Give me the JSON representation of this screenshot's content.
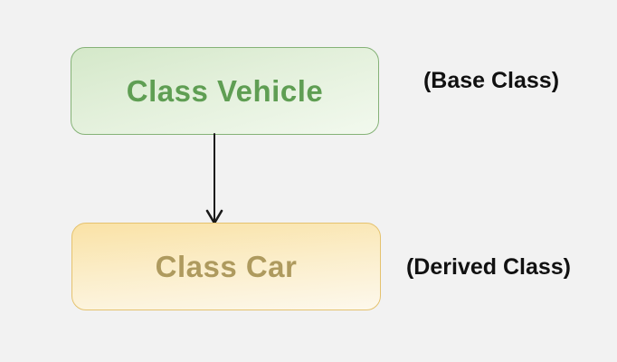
{
  "canvas": {
    "background_color": "#f2f2f2"
  },
  "nodes": [
    {
      "role": "base",
      "label": "Class Vehicle",
      "annotation": "(Base Class)",
      "colors": {
        "border": "#85b277",
        "fill_gradient_top": "#d4e8c9",
        "fill_gradient_bottom": "#f2f9ee",
        "text": "#5f9e53"
      }
    },
    {
      "role": "derived",
      "label": "Class Car",
      "annotation": "(Derived Class)",
      "colors": {
        "border": "#e5c26e",
        "fill_gradient_top": "#fae2a6",
        "fill_gradient_bottom": "#fdf8ec",
        "text": "#ae9a5e"
      }
    }
  ],
  "arrow": {
    "direction": "down",
    "from": "Class Vehicle",
    "to": "Class Car",
    "color": "#1a1a1a"
  },
  "annotation_text_color": "#111111"
}
